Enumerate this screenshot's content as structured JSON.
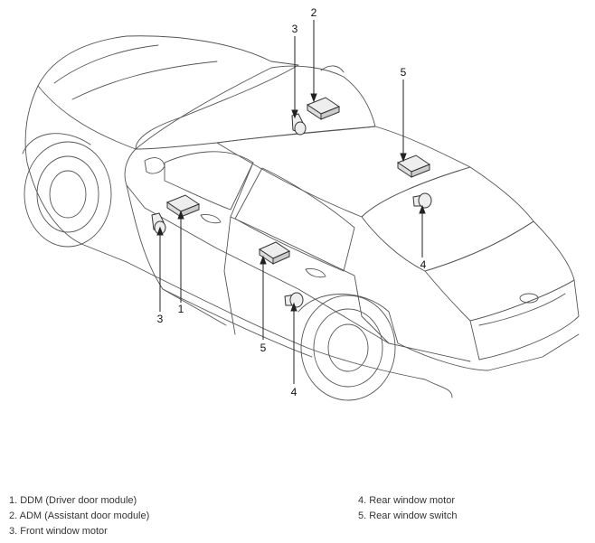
{
  "callouts": [
    "1",
    "2",
    "3",
    "3",
    "4",
    "4",
    "5",
    "5"
  ],
  "legend": {
    "left": [
      "1. DDM (Driver door module)",
      "2. ADM (Assistant door module)",
      "3. Front window motor"
    ],
    "right": [
      "4. Rear window motor",
      "5. Rear window switch"
    ]
  },
  "colors": {
    "line": "#444444",
    "component": "#eeeeee",
    "text": "#111111"
  }
}
